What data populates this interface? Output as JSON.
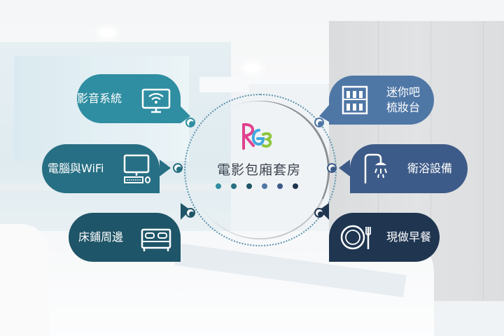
{
  "brand": {
    "logo_text": "RG3",
    "title": "電影包廂套房"
  },
  "colors": {
    "teal": "#2f8ea1",
    "teal_mid": "#276f84",
    "teal_dark": "#1f5568",
    "blue_light": "#4f77a6",
    "blue_mid": "#3d5b88",
    "navy": "#1f3550",
    "logo_pink": "#e0418f",
    "logo_blue": "#41a8e0",
    "logo_green": "#8dc63f"
  },
  "center_dots": [
    "#2f8ea1",
    "#276f84",
    "#1f5568",
    "#4f77a6",
    "#3d5b88",
    "#1f3550"
  ],
  "features_left": [
    {
      "label": "影音系統",
      "icon": "tv-wifi-icon"
    },
    {
      "label": "電腦與WiFi",
      "icon": "computer-icon"
    },
    {
      "label": "床鋪周邊",
      "icon": "bed-icon"
    }
  ],
  "features_right": [
    {
      "label_line1": "迷你吧",
      "label_line2": "梳妝台",
      "icon": "minibar-icon"
    },
    {
      "label": "衛浴設備",
      "icon": "shower-icon"
    },
    {
      "label": "現做早餐",
      "icon": "plate-icon"
    }
  ]
}
